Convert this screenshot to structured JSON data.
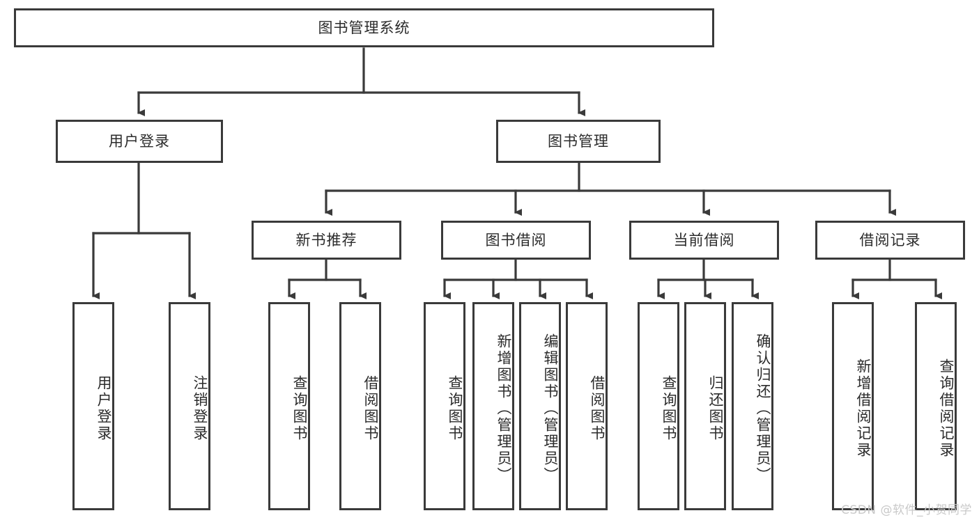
{
  "diagram": {
    "title": "图书管理系统",
    "type": "tree-hierarchy-diagram",
    "style": {
      "box_border_color": "#3a3a3a",
      "box_fill_color": "#ffffff",
      "connector_color": "#3a3a3a",
      "text_color": "#2b2b2b",
      "background_color": "#ffffff"
    },
    "root": {
      "label": "图书管理系统"
    },
    "level2": [
      {
        "label": "用户登录"
      },
      {
        "label": "图书管理"
      }
    ],
    "level3": [
      {
        "label": "新书推荐"
      },
      {
        "label": "图书借阅"
      },
      {
        "label": "当前借阅"
      },
      {
        "label": "借阅记录"
      }
    ],
    "leaves": {
      "user_login": [
        {
          "label": "用户登录"
        },
        {
          "label": "注销登录"
        }
      ],
      "new_book_recommend": [
        {
          "label": "查询图书"
        },
        {
          "label": "借阅图书"
        }
      ],
      "book_borrow": [
        {
          "label": "查询图书"
        },
        {
          "label": "新增图书（管理员）"
        },
        {
          "label": "编辑图书（管理员）"
        },
        {
          "label": "借阅图书"
        }
      ],
      "current_borrow": [
        {
          "label": "查询图书"
        },
        {
          "label": "归还图书"
        },
        {
          "label": "确认归还（管理员）"
        }
      ],
      "borrow_record": [
        {
          "label": "新增借阅记录"
        },
        {
          "label": "查询借阅记录"
        }
      ]
    },
    "watermark": "CSDN @软件_小贺同学"
  }
}
